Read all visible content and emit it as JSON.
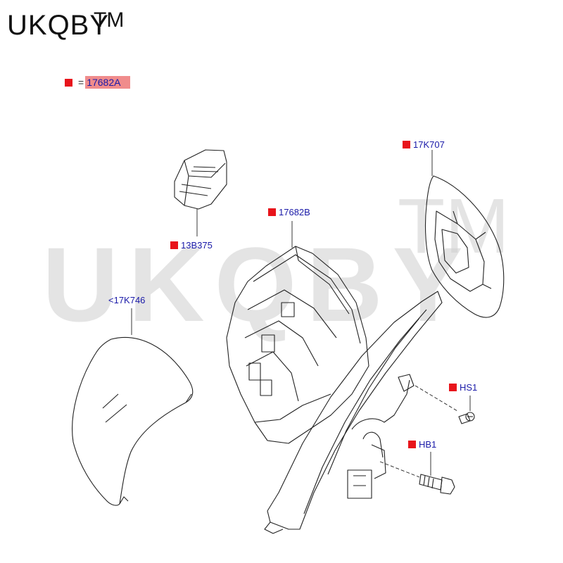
{
  "brand": {
    "name": "UKQBY",
    "tm": "TM"
  },
  "watermark": {
    "text": "UKQBY",
    "tm": "TM"
  },
  "legend": {
    "equals": "=",
    "part": "17682A"
  },
  "callouts": {
    "c_17k707": "17K707",
    "c_17682b": "17682B",
    "c_13b375": "13B375",
    "c_17k746": "<17K746",
    "c_hs1": "HS1",
    "c_hb1": "HB1"
  },
  "colors": {
    "marker": "#e8141b",
    "label": "#1a1aa8",
    "legend_highlight": "#f08c8c"
  }
}
